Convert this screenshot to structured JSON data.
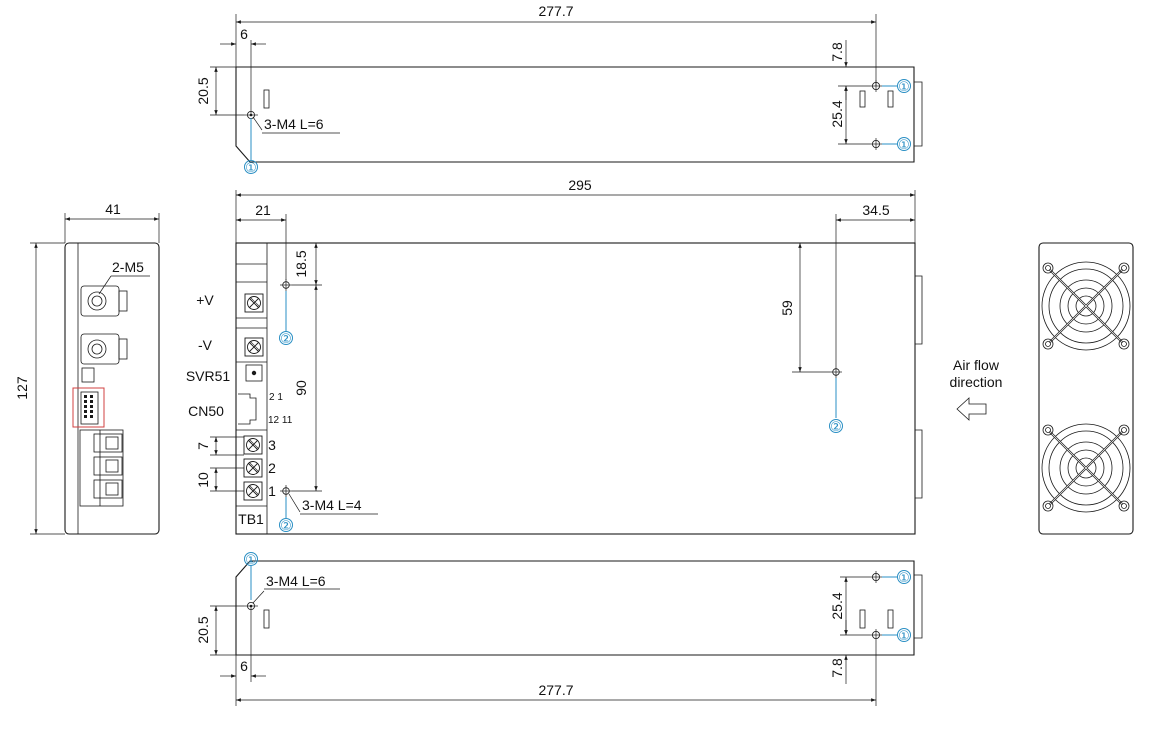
{
  "dimensions": {
    "top_length": "277.7",
    "top_offset": "6",
    "top_height": "20.5",
    "top_right_upper": "7.8",
    "top_right_span": "25.4",
    "total_length": "295",
    "left_offset": "21",
    "right_offset": "34.5",
    "hole_top": "18.5",
    "hole_drop": "59",
    "hole_span": "90",
    "pitch_small": "7",
    "pitch_large": "10",
    "side_width": "41",
    "side_height": "127",
    "bottom_length": "277.7",
    "bottom_offset": "6",
    "bottom_height": "20.5",
    "bottom_right_lower": "7.8",
    "bottom_right_span": "25.4"
  },
  "callouts": {
    "top_screw": "3-M4  L=6",
    "front_screw": "3-M4  L=4",
    "bottom_screw": "3-M4  L=6",
    "side_screw": "2-M5",
    "marker_1": "①",
    "marker_2": "②"
  },
  "terminal_labels": {
    "plus_v": "+V",
    "minus_v": "-V",
    "svr": "SVR51",
    "cn": "CN50",
    "tb": "TB1",
    "cn_top_pins": "2 1",
    "cn_bottom_pins": "12 11",
    "pin3": "3",
    "pin2": "2",
    "pin1": "1"
  },
  "airflow": {
    "line1": "Air flow",
    "line2": "direction"
  },
  "colors": {
    "line": "#1a1a1a",
    "marker": "#2a8fc4",
    "highlight": "#d04040"
  }
}
